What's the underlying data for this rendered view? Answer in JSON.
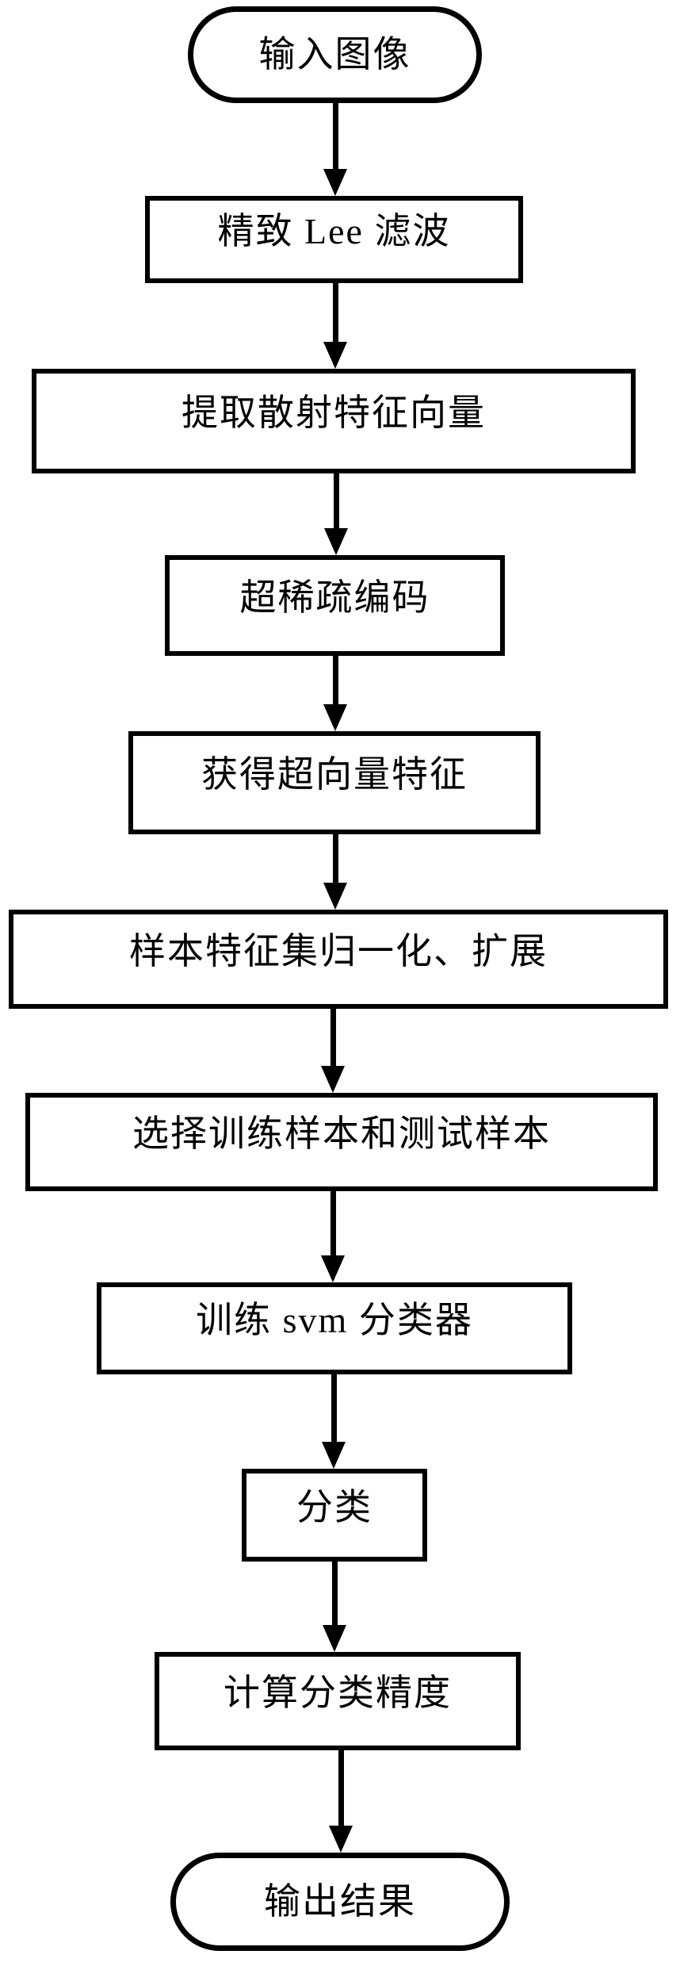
{
  "figure": {
    "background_color": "#ffffff",
    "stroke_color": "#000000",
    "text_color": "#000000"
  },
  "flowchart": {
    "direction": "top-to-bottom",
    "nodes": [
      {
        "id": "input-image",
        "shape": "terminator",
        "label": "输入图像"
      },
      {
        "id": "refined-lee-filter",
        "shape": "process",
        "label": "精致 Lee 滤波"
      },
      {
        "id": "extract-scattering-feature-vector",
        "shape": "process",
        "label": "提取散射特征向量"
      },
      {
        "id": "super-sparse-coding",
        "shape": "process",
        "label": "超稀疏编码"
      },
      {
        "id": "obtain-supervector-feature",
        "shape": "process",
        "label": "获得超向量特征"
      },
      {
        "id": "normalize-extend-sample-feature-set",
        "shape": "process",
        "label": "样本特征集归一化、扩展"
      },
      {
        "id": "select-train-test-samples",
        "shape": "process",
        "label": "选择训练样本和测试样本"
      },
      {
        "id": "train-svm-classifier",
        "shape": "process",
        "label": "训练 svm 分类器"
      },
      {
        "id": "classify",
        "shape": "process",
        "label": "分类"
      },
      {
        "id": "compute-classification-accuracy",
        "shape": "process",
        "label": "计算分类精度"
      },
      {
        "id": "output-result",
        "shape": "terminator",
        "label": "输出结果"
      }
    ],
    "edges": [
      {
        "from": "input-image",
        "to": "refined-lee-filter",
        "type": "arrow-down"
      },
      {
        "from": "refined-lee-filter",
        "to": "extract-scattering-feature-vector",
        "type": "arrow-down"
      },
      {
        "from": "extract-scattering-feature-vector",
        "to": "super-sparse-coding",
        "type": "arrow-down"
      },
      {
        "from": "super-sparse-coding",
        "to": "obtain-supervector-feature",
        "type": "arrow-down"
      },
      {
        "from": "obtain-supervector-feature",
        "to": "normalize-extend-sample-feature-set",
        "type": "arrow-down"
      },
      {
        "from": "normalize-extend-sample-feature-set",
        "to": "select-train-test-samples",
        "type": "arrow-down"
      },
      {
        "from": "select-train-test-samples",
        "to": "train-svm-classifier",
        "type": "arrow-down"
      },
      {
        "from": "train-svm-classifier",
        "to": "classify",
        "type": "arrow-down"
      },
      {
        "from": "classify",
        "to": "compute-classification-accuracy",
        "type": "arrow-down"
      },
      {
        "from": "compute-classification-accuracy",
        "to": "output-result",
        "type": "arrow-down"
      }
    ]
  }
}
